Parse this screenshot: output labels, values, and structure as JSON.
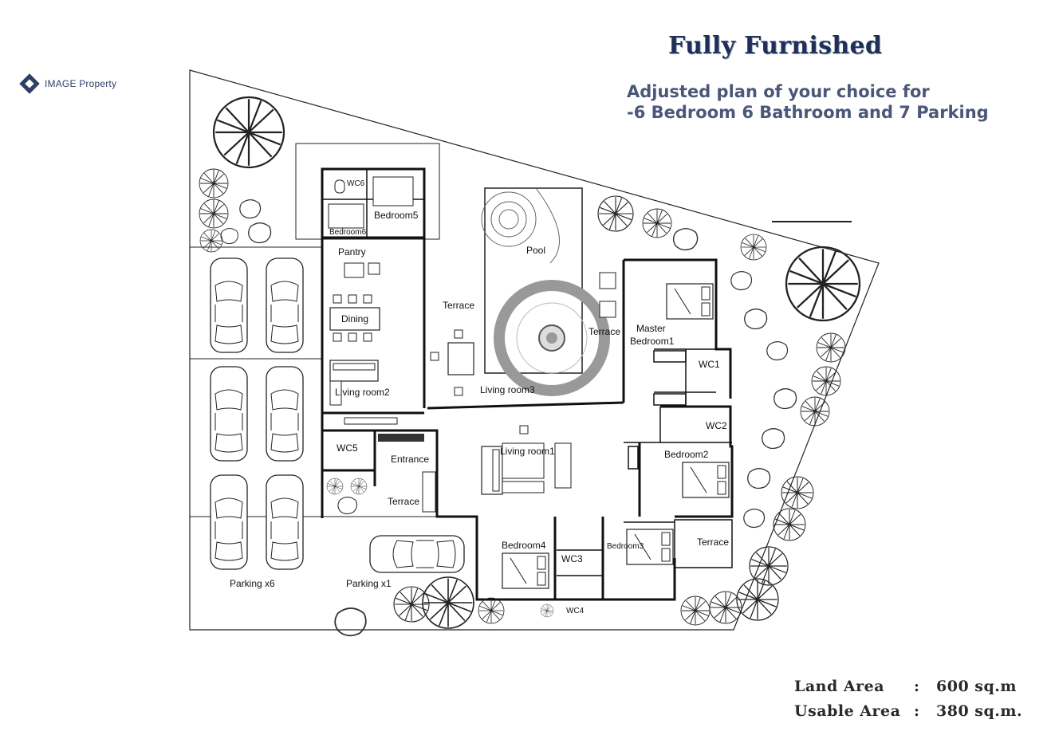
{
  "brand": {
    "name": "IMAGE Property"
  },
  "header": {
    "title": "Fully Furnished",
    "subtitle_line1": "Adjusted plan of your choice for",
    "subtitle_line2": "-6 Bedroom 6 Bathroom and 7 Parking"
  },
  "areas": [
    {
      "label": "Land Area",
      "value": "600 sq.m"
    },
    {
      "label": "Usable Area",
      "value": "380 sq.m."
    }
  ],
  "rooms": {
    "wc6": "WC6",
    "bedroom5": "Bedroom5",
    "bedroom6": "Bedroom6",
    "pantry": "Pantry",
    "dining": "Dining",
    "living2": "Living room2",
    "terrace_mid": "Terrace",
    "living3": "Living room3",
    "pool": "Pool",
    "terrace_right": "Terrace",
    "master_line1": "Master",
    "master_line2": "Bedroom1",
    "wc1": "WC1",
    "wc2": "WC2",
    "bedroom2": "Bedroom2",
    "living1": "Living room1",
    "wc5": "WC5",
    "entrance": "Entrance",
    "terrace_entry": "Terrace",
    "bedroom4": "Bedroom4",
    "wc3": "WC3",
    "wc4": "WC4",
    "bedroom3": "Bedroom3",
    "terrace_br": "Terrace",
    "parking6": "Parking x6",
    "parking1": "Parking x1"
  }
}
